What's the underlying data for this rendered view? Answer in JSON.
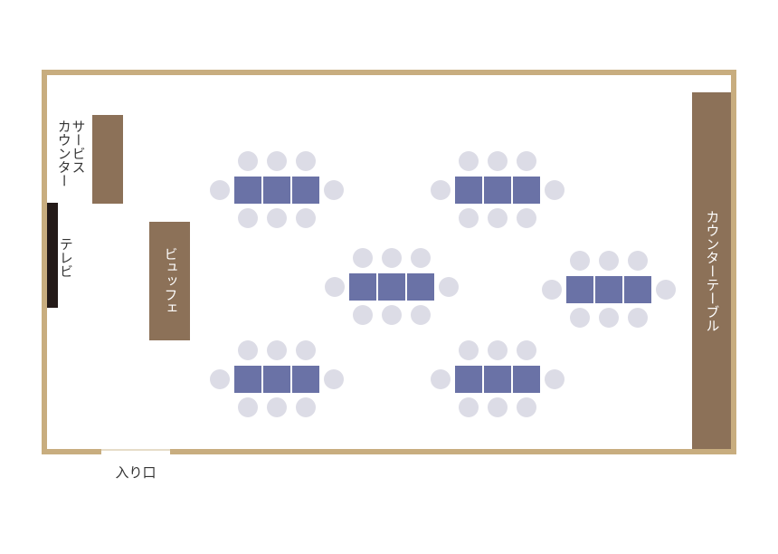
{
  "labels": {
    "service_counter": "サービス\nカウンター",
    "tv": "テレビ",
    "buffet": "ビュッフェ",
    "counter_table": "カウンターテーブル",
    "entrance": "入り口"
  },
  "colors": {
    "wall": "#c8ad7f",
    "furniture": "#8c7158",
    "tv": "#241a18",
    "table": "#6a72a6",
    "chair": "#dcdce6"
  },
  "tables": [
    {
      "id": "table-1",
      "segments": 3,
      "chairs": 8
    },
    {
      "id": "table-2",
      "segments": 3,
      "chairs": 8
    },
    {
      "id": "table-3",
      "segments": 3,
      "chairs": 8
    },
    {
      "id": "table-4",
      "segments": 3,
      "chairs": 8
    },
    {
      "id": "table-5",
      "segments": 3,
      "chairs": 8
    },
    {
      "id": "table-6",
      "segments": 3,
      "chairs": 8
    }
  ]
}
